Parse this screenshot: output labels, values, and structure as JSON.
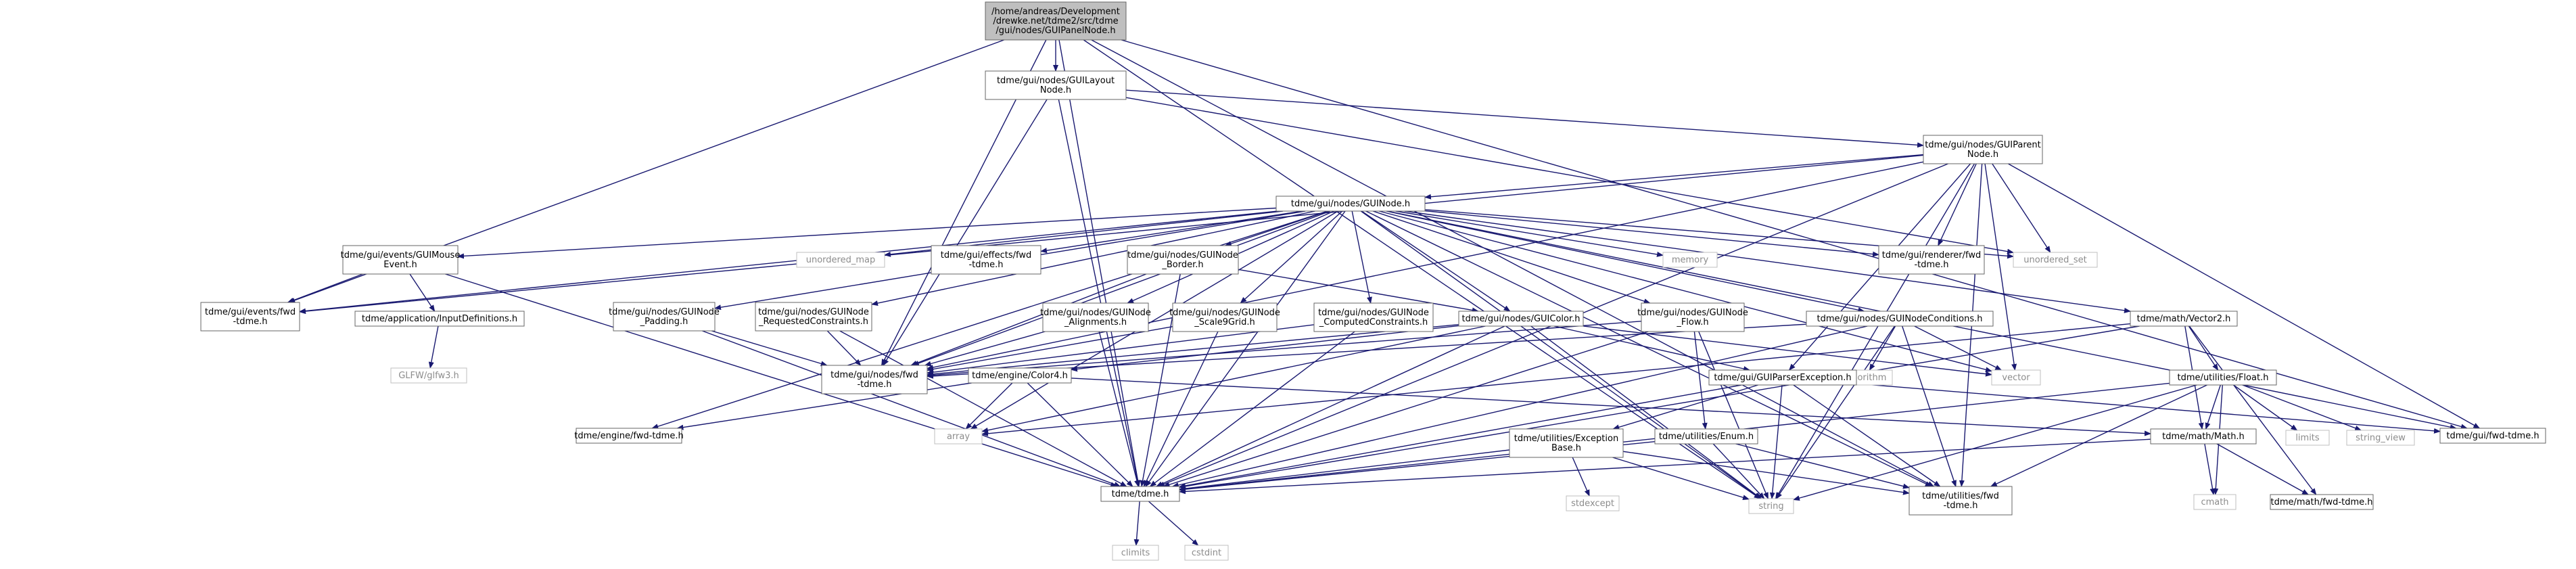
{
  "nodes": {
    "root": {
      "lines": [
        "/home/andreas/Development",
        "/drewke.net/tdme2/src/tdme",
        "/gui/nodes/GUIPanelNode.h"
      ],
      "kind": "root"
    },
    "layout": {
      "lines": [
        "tdme/gui/nodes/GUILayout",
        "Node.h"
      ],
      "kind": "file"
    },
    "parent": {
      "lines": [
        "tdme/gui/nodes/GUIParent",
        "Node.h"
      ],
      "kind": "file"
    },
    "guinode": {
      "lines": [
        "tdme/gui/nodes/GUINode.h"
      ],
      "kind": "file"
    },
    "mouseevent": {
      "lines": [
        "tdme/gui/events/GUIMouse",
        "Event.h"
      ],
      "kind": "file"
    },
    "umap": {
      "lines": [
        "unordered_map"
      ],
      "kind": "sys"
    },
    "effectsfwd": {
      "lines": [
        "tdme/gui/effects/fwd",
        "-tdme.h"
      ],
      "kind": "file"
    },
    "border": {
      "lines": [
        "tdme/gui/nodes/GUINode",
        "_Border.h"
      ],
      "kind": "file"
    },
    "memory": {
      "lines": [
        "memory"
      ],
      "kind": "sys"
    },
    "rendererfwd": {
      "lines": [
        "tdme/gui/renderer/fwd",
        "-tdme.h"
      ],
      "kind": "file"
    },
    "uset": {
      "lines": [
        "unordered_set"
      ],
      "kind": "sys"
    },
    "eventsfwd": {
      "lines": [
        "tdme/gui/events/fwd",
        "-tdme.h"
      ],
      "kind": "file"
    },
    "inputdefs": {
      "lines": [
        "tdme/application/InputDefinitions.h"
      ],
      "kind": "file"
    },
    "padding": {
      "lines": [
        "tdme/gui/nodes/GUINode",
        "_Padding.h"
      ],
      "kind": "file"
    },
    "reqcons": {
      "lines": [
        "tdme/gui/nodes/GUINode",
        "_RequestedConstraints.h"
      ],
      "kind": "file"
    },
    "alignments": {
      "lines": [
        "tdme/gui/nodes/GUINode",
        "_Alignments.h"
      ],
      "kind": "file"
    },
    "scale9": {
      "lines": [
        "tdme/gui/nodes/GUINode",
        "_Scale9Grid.h"
      ],
      "kind": "file"
    },
    "compcons": {
      "lines": [
        "tdme/gui/nodes/GUINode",
        "_ComputedConstraints.h"
      ],
      "kind": "file"
    },
    "guicolor": {
      "lines": [
        "tdme/gui/nodes/GUIColor.h"
      ],
      "kind": "file"
    },
    "flow": {
      "lines": [
        "tdme/gui/nodes/GUINode",
        "_Flow.h"
      ],
      "kind": "file"
    },
    "conditions": {
      "lines": [
        "tdme/gui/nodes/GUINodeConditions.h"
      ],
      "kind": "file"
    },
    "vector2": {
      "lines": [
        "tdme/math/Vector2.h"
      ],
      "kind": "file"
    },
    "glfw": {
      "lines": [
        "GLFW/glfw3.h"
      ],
      "kind": "sys"
    },
    "nodesfwd": {
      "lines": [
        "tdme/gui/nodes/fwd",
        "-tdme.h"
      ],
      "kind": "file"
    },
    "color4": {
      "lines": [
        "tdme/engine/Color4.h"
      ],
      "kind": "file"
    },
    "algorithm": {
      "lines": [
        "algorithm"
      ],
      "kind": "sys"
    },
    "vector": {
      "lines": [
        "vector"
      ],
      "kind": "sys"
    },
    "parserexc": {
      "lines": [
        "tdme/gui/GUIParserException.h"
      ],
      "kind": "file"
    },
    "float": {
      "lines": [
        "tdme/utilities/Float.h"
      ],
      "kind": "file"
    },
    "limits": {
      "lines": [
        "limits"
      ],
      "kind": "sys"
    },
    "stringview": {
      "lines": [
        "string_view"
      ],
      "kind": "sys"
    },
    "guifwd": {
      "lines": [
        "tdme/gui/fwd-tdme.h"
      ],
      "kind": "file"
    },
    "array": {
      "lines": [
        "array"
      ],
      "kind": "sys"
    },
    "enginefwd": {
      "lines": [
        "tdme/engine/fwd-tdme.h"
      ],
      "kind": "file"
    },
    "excbase": {
      "lines": [
        "tdme/utilities/Exception",
        "Base.h"
      ],
      "kind": "file"
    },
    "enum": {
      "lines": [
        "tdme/utilities/Enum.h"
      ],
      "kind": "file"
    },
    "math": {
      "lines": [
        "tdme/math/Math.h"
      ],
      "kind": "file"
    },
    "tdme": {
      "lines": [
        "tdme/tdme.h"
      ],
      "kind": "file"
    },
    "stdexcept": {
      "lines": [
        "stdexcept"
      ],
      "kind": "sys"
    },
    "string": {
      "lines": [
        "string"
      ],
      "kind": "sys"
    },
    "utilfwd": {
      "lines": [
        "tdme/utilities/fwd",
        "-tdme.h"
      ],
      "kind": "file"
    },
    "cmath": {
      "lines": [
        "cmath"
      ],
      "kind": "sys"
    },
    "mathfwd": {
      "lines": [
        "tdme/math/fwd-tdme.h"
      ],
      "kind": "file"
    },
    "climits": {
      "lines": [
        "climits"
      ],
      "kind": "sys"
    },
    "cstdint": {
      "lines": [
        "cstdint"
      ],
      "kind": "sys"
    }
  },
  "edges": [
    [
      "root",
      "layout"
    ],
    [
      "root",
      "tdme"
    ],
    [
      "root",
      "nodesfwd"
    ],
    [
      "root",
      "eventsfwd"
    ],
    [
      "root",
      "guifwd"
    ],
    [
      "root",
      "string"
    ],
    [
      "root",
      "utilfwd"
    ],
    [
      "layout",
      "parent"
    ],
    [
      "layout",
      "tdme"
    ],
    [
      "layout",
      "nodesfwd"
    ],
    [
      "layout",
      "uset"
    ],
    [
      "parent",
      "guinode"
    ],
    [
      "parent",
      "tdme"
    ],
    [
      "parent",
      "nodesfwd"
    ],
    [
      "parent",
      "eventsfwd"
    ],
    [
      "parent",
      "rendererfwd"
    ],
    [
      "parent",
      "guifwd"
    ],
    [
      "parent",
      "uset"
    ],
    [
      "parent",
      "vector"
    ],
    [
      "parent",
      "parserexc"
    ],
    [
      "parent",
      "string"
    ],
    [
      "parent",
      "utilfwd"
    ],
    [
      "guinode",
      "mouseevent"
    ],
    [
      "guinode",
      "umap"
    ],
    [
      "guinode",
      "effectsfwd"
    ],
    [
      "guinode",
      "border"
    ],
    [
      "guinode",
      "memory"
    ],
    [
      "guinode",
      "rendererfwd"
    ],
    [
      "guinode",
      "uset"
    ],
    [
      "guinode",
      "eventsfwd"
    ],
    [
      "guinode",
      "padding"
    ],
    [
      "guinode",
      "reqcons"
    ],
    [
      "guinode",
      "alignments"
    ],
    [
      "guinode",
      "scale9"
    ],
    [
      "guinode",
      "compcons"
    ],
    [
      "guinode",
      "guicolor"
    ],
    [
      "guinode",
      "flow"
    ],
    [
      "guinode",
      "conditions"
    ],
    [
      "guinode",
      "vector2"
    ],
    [
      "guinode",
      "nodesfwd"
    ],
    [
      "guinode",
      "array"
    ],
    [
      "guinode",
      "enginefwd"
    ],
    [
      "guinode",
      "tdme"
    ],
    [
      "guinode",
      "string"
    ],
    [
      "guinode",
      "guifwd"
    ],
    [
      "guinode",
      "utilfwd"
    ],
    [
      "guinode",
      "vector"
    ],
    [
      "mouseevent",
      "eventsfwd"
    ],
    [
      "mouseevent",
      "inputdefs"
    ],
    [
      "mouseevent",
      "tdme"
    ],
    [
      "inputdefs",
      "glfw"
    ],
    [
      "border",
      "guicolor"
    ],
    [
      "border",
      "nodesfwd"
    ],
    [
      "border",
      "tdme"
    ],
    [
      "padding",
      "nodesfwd"
    ],
    [
      "padding",
      "tdme"
    ],
    [
      "reqcons",
      "nodesfwd"
    ],
    [
      "reqcons",
      "tdme"
    ],
    [
      "alignments",
      "nodesfwd"
    ],
    [
      "alignments",
      "tdme"
    ],
    [
      "scale9",
      "nodesfwd"
    ],
    [
      "scale9",
      "tdme"
    ],
    [
      "compcons",
      "nodesfwd"
    ],
    [
      "compcons",
      "tdme"
    ],
    [
      "guicolor",
      "color4"
    ],
    [
      "guicolor",
      "nodesfwd"
    ],
    [
      "guicolor",
      "tdme"
    ],
    [
      "guicolor",
      "array"
    ],
    [
      "guicolor",
      "parserexc"
    ],
    [
      "guicolor",
      "string"
    ],
    [
      "guicolor",
      "vector"
    ],
    [
      "flow",
      "nodesfwd"
    ],
    [
      "flow",
      "tdme"
    ],
    [
      "flow",
      "enum"
    ],
    [
      "flow",
      "string"
    ],
    [
      "conditions",
      "algorithm"
    ],
    [
      "conditions",
      "vector"
    ],
    [
      "conditions",
      "string"
    ],
    [
      "conditions",
      "tdme"
    ],
    [
      "conditions",
      "nodesfwd"
    ],
    [
      "conditions",
      "utilfwd"
    ],
    [
      "vector2",
      "float"
    ],
    [
      "vector2",
      "math"
    ],
    [
      "vector2",
      "array"
    ],
    [
      "vector2",
      "tdme"
    ],
    [
      "vector2",
      "mathfwd"
    ],
    [
      "color4",
      "array"
    ],
    [
      "color4",
      "enginefwd"
    ],
    [
      "color4",
      "tdme"
    ],
    [
      "color4",
      "math"
    ],
    [
      "parserexc",
      "excbase"
    ],
    [
      "parserexc",
      "tdme"
    ],
    [
      "parserexc",
      "guifwd"
    ],
    [
      "parserexc",
      "string"
    ],
    [
      "parserexc",
      "utilfwd"
    ],
    [
      "float",
      "limits"
    ],
    [
      "float",
      "stringview"
    ],
    [
      "float",
      "math"
    ],
    [
      "float",
      "cmath"
    ],
    [
      "float",
      "string"
    ],
    [
      "float",
      "tdme"
    ],
    [
      "float",
      "utilfwd"
    ],
    [
      "excbase",
      "stdexcept"
    ],
    [
      "excbase",
      "string"
    ],
    [
      "excbase",
      "tdme"
    ],
    [
      "excbase",
      "utilfwd"
    ],
    [
      "enum",
      "string"
    ],
    [
      "enum",
      "tdme"
    ],
    [
      "enum",
      "utilfwd"
    ],
    [
      "math",
      "cmath"
    ],
    [
      "math",
      "tdme"
    ],
    [
      "math",
      "mathfwd"
    ],
    [
      "tdme",
      "climits"
    ],
    [
      "tdme",
      "cstdint"
    ]
  ],
  "colors": {
    "edge": "#191970",
    "file_border": "#666666",
    "sys_border": "#bfbfbf",
    "sys_text": "#8c8c8c",
    "root_fill": "#bfbfbf",
    "text": "#000000"
  }
}
